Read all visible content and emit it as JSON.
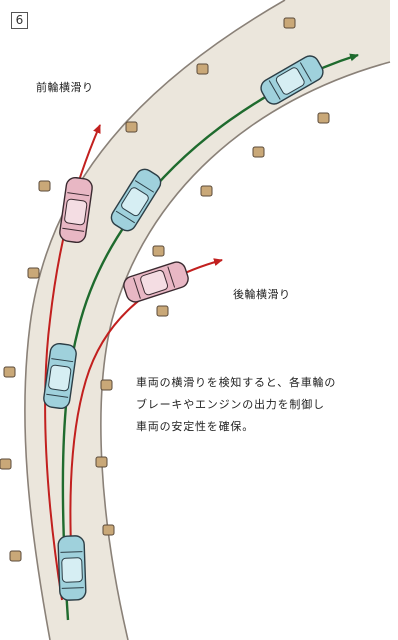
{
  "figure_number": "6",
  "labels": {
    "front_wheel_skid": "前輪横滑り",
    "rear_wheel_skid": "後輪横滑り"
  },
  "caption": {
    "lines": [
      "車両の横滑りを検知すると、各車輪の",
      "ブレーキやエンジンの出力を制御し",
      "車両の安定性を確保。"
    ]
  },
  "colors": {
    "road": "#ebe6dc",
    "road_edge": "#8a8178",
    "guide_path": "#1f6b2e",
    "skid_path": "#c2201f",
    "stable_car": "#9fd1dc",
    "skidding_car": "#e8b7c4",
    "cone": "#c9a878"
  }
}
